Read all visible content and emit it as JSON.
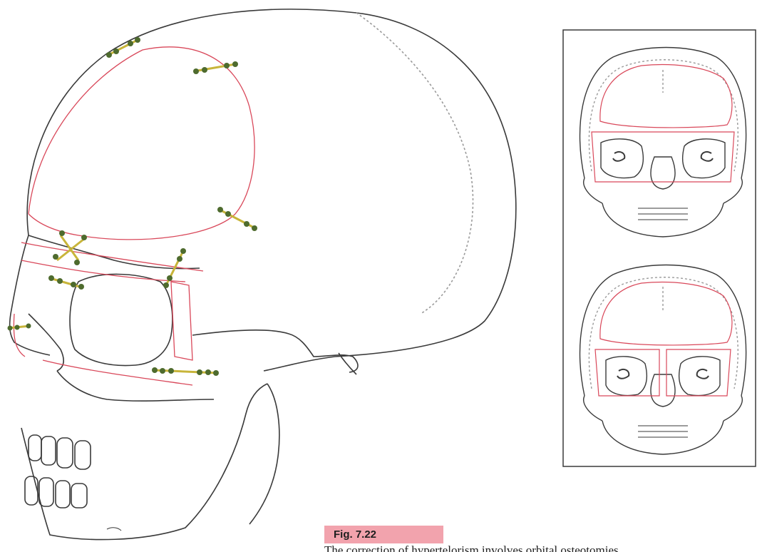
{
  "figure": {
    "label": "Fig. 7.22",
    "caption": "The correction of hypertelorism involves orbital osteotomies",
    "colors": {
      "outline": "#3a3a3a",
      "osteotomy_line": "#d9485a",
      "plate": "#c8b53a",
      "screw": "#4e6b2e",
      "label_bg": "#f2a3ad"
    }
  },
  "panels": {
    "main": {
      "subject": "skull-lateral-oblique-view",
      "plates": 8
    },
    "inset": {
      "views": [
        "skull-frontal-preoperative",
        "skull-frontal-postoperative"
      ]
    }
  }
}
